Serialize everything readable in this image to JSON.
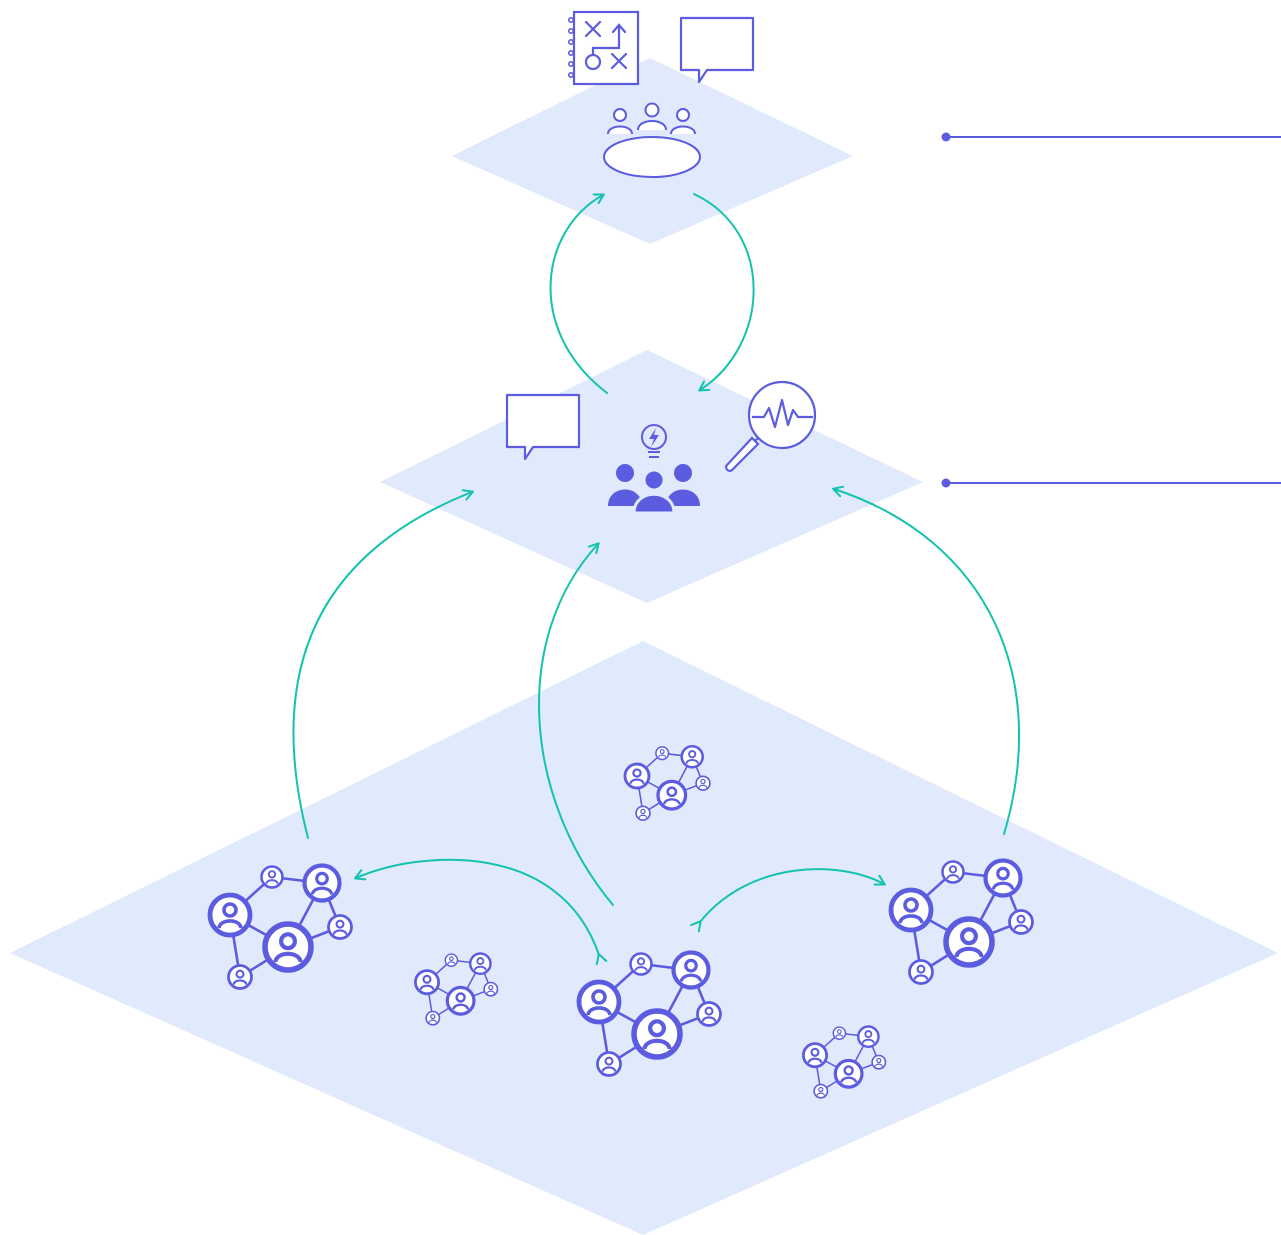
{
  "colors": {
    "layer_fill": "#e1eafc",
    "icon_stroke": "#5b5ce0",
    "icon_fill": "#5b5ce0",
    "arrow": "#14c2b0",
    "connector": "#5b5ce0"
  },
  "layers": [
    {
      "id": "top",
      "icons": [
        "strategy-playbook-icon",
        "chat-bubble-icon",
        "meeting-table-icon"
      ]
    },
    {
      "id": "middle",
      "icons": [
        "chat-bubble-icon",
        "idea-team-icon",
        "analytics-magnifier-icon"
      ]
    },
    {
      "id": "bottom",
      "icons": [
        "people-network-icon",
        "people-network-icon",
        "people-network-icon",
        "people-network-icon",
        "people-network-icon",
        "people-network-icon",
        "people-network-icon"
      ]
    }
  ],
  "connectors": [
    {
      "from_layer": "top"
    },
    {
      "from_layer": "middle"
    }
  ]
}
